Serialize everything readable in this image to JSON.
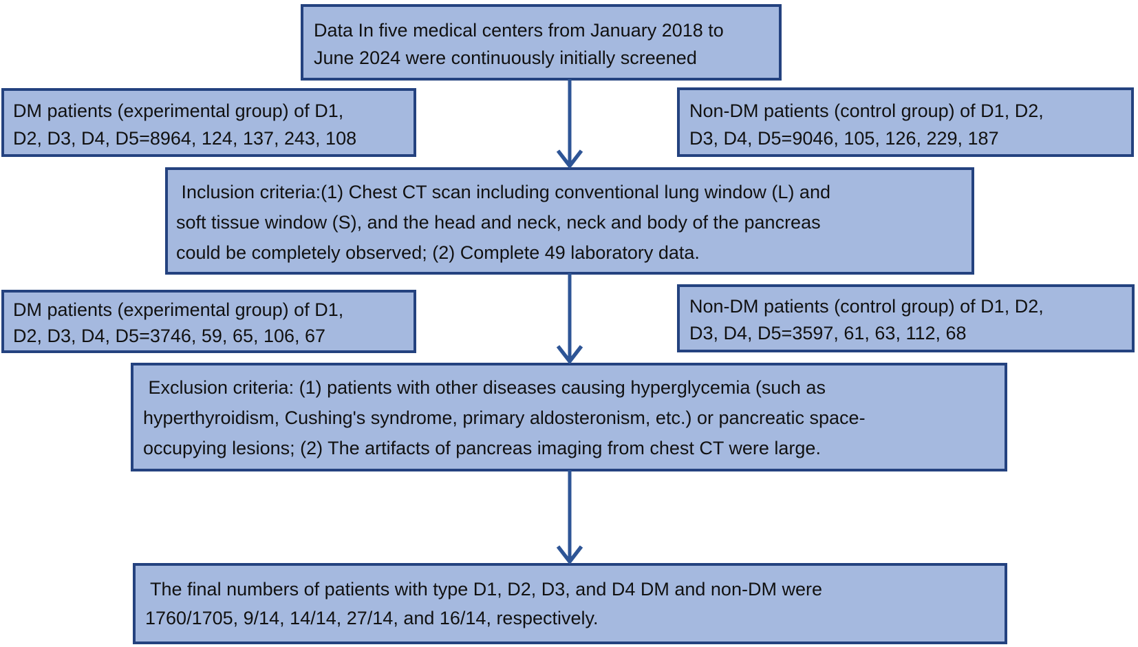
{
  "colors": {
    "box_fill": "#A5B9DF",
    "box_border": "#24427F",
    "arrow": "#2E5596",
    "text": "#111111",
    "background": "#FFFFFF"
  },
  "flowchart": {
    "boxes": {
      "screening": {
        "lines": [
          "Data In five medical centers from January 2018 to",
          "June 2024 were continuously initially screened"
        ]
      },
      "dm_initial": {
        "lines": [
          "DM patients (experimental group) of D1,",
          "D2, D3, D4, D5=8964, 124, 137, 243, 108"
        ]
      },
      "nondm_initial": {
        "lines": [
          "Non-DM patients (control group) of D1, D2,",
          "D3, D4, D5=9046, 105, 126, 229, 187"
        ]
      },
      "inclusion": {
        "lines": [
          " Inclusion criteria:(1) Chest CT scan including conventional lung window (L) and",
          "soft tissue window (S), and the head and neck, neck and body of the pancreas",
          "could be completely observed; (2) Complete 49 laboratory data."
        ]
      },
      "dm_included": {
        "lines": [
          "DM patients (experimental group) of D1,",
          "D2, D3, D4, D5=3746, 59, 65, 106, 67"
        ]
      },
      "nondm_included": {
        "lines": [
          "Non-DM patients (control group) of D1, D2,",
          "D3, D4, D5=3597, 61, 63, 112, 68"
        ]
      },
      "exclusion": {
        "lines": [
          " Exclusion criteria: (1) patients with other diseases causing hyperglycemia (such as",
          "hyperthyroidism, Cushing's syndrome, primary aldosteronism, etc.) or pancreatic space-",
          "occupying lesions; (2) The artifacts of pancreas imaging from chest CT were large."
        ]
      },
      "final": {
        "lines": [
          " The final numbers of patients with type D1, D2, D3, and D4 DM and non-DM were",
          "1760/1705, 9/14, 14/14, 27/14, and 16/14, respectively."
        ]
      }
    }
  }
}
